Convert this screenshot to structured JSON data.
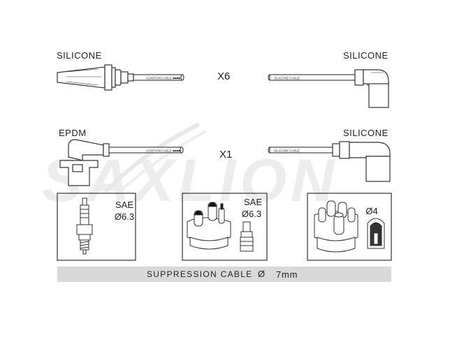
{
  "row1": {
    "left_material": "SILICONE",
    "right_material": "SILICONE",
    "quantity": "X6",
    "cable_print": "SILICONE CABLE"
  },
  "row2": {
    "left_material": "EPDM",
    "right_material": "SILICONE",
    "quantity": "X1",
    "cable_print": "SILICONE CABLE"
  },
  "boxes": [
    {
      "terminal": "SAE",
      "diameter_symbol": "Ø",
      "diameter": "6.3"
    },
    {
      "terminal": "SAE",
      "diameter_symbol": "Ø",
      "diameter": "6.3"
    },
    {
      "terminal": "",
      "diameter_symbol": "Ø",
      "diameter": "4"
    }
  ],
  "footer": {
    "label": "SUPPRESSION CABLE",
    "symbol": "Ø",
    "value": "7mm"
  },
  "watermark_text": "SAXLION",
  "colors": {
    "line": "#333333",
    "footer_bg": "#d9d9d9",
    "watermark": "#e8e8e8"
  }
}
